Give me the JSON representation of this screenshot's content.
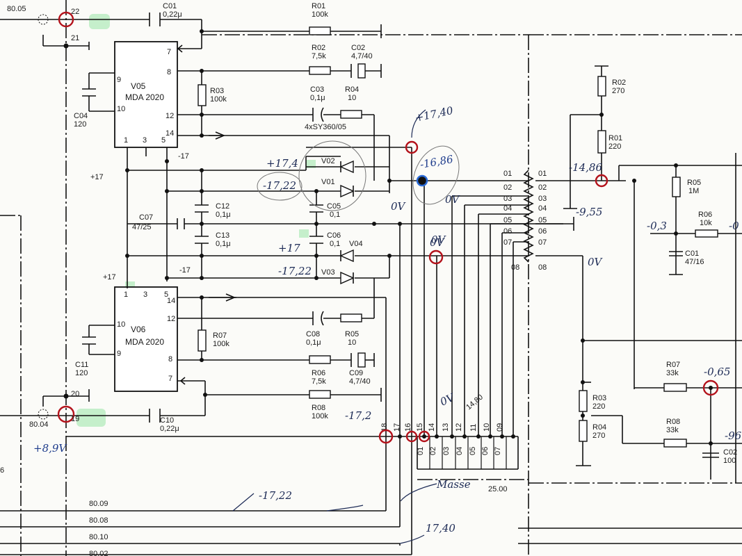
{
  "ics": [
    {
      "ref": "V05",
      "part": "MDA 2020",
      "pins": [
        "9",
        "10",
        "7",
        "8",
        "12",
        "14",
        "1",
        "3",
        "5"
      ]
    },
    {
      "ref": "V06",
      "part": "MDA 2020",
      "pins": [
        "10",
        "9",
        "8",
        "7",
        "12",
        "14",
        "1",
        "3",
        "5"
      ]
    }
  ],
  "components": {
    "C01": {
      "ref": "C01",
      "value": "0,22μ"
    },
    "R01": {
      "ref": "R01",
      "value": "100k"
    },
    "R02": {
      "ref": "R02",
      "value": "7,5k"
    },
    "C02": {
      "ref": "C02",
      "value": "4,7/40"
    },
    "R03": {
      "ref": "R03",
      "value": "100k"
    },
    "C03": {
      "ref": "C03",
      "value": "0,1μ"
    },
    "R04": {
      "ref": "R04",
      "value": "10"
    },
    "C04": {
      "ref": "C04",
      "value": "120"
    },
    "C07": {
      "ref": "C07",
      "value": "47/25"
    },
    "C12": {
      "ref": "C12",
      "value": "0,1μ"
    },
    "C13": {
      "ref": "C13",
      "value": "0,1μ"
    },
    "C05": {
      "ref": "C05",
      "value": "0,1"
    },
    "C06": {
      "ref": "C06",
      "value": "0,1"
    },
    "V01": {
      "ref": "V01"
    },
    "V02": {
      "ref": "V02"
    },
    "V03": {
      "ref": "V03"
    },
    "V04": {
      "ref": "V04"
    },
    "R07": {
      "ref": "R07",
      "value": "100k"
    },
    "C08": {
      "ref": "C08",
      "value": "0,1μ"
    },
    "R05": {
      "ref": "R05",
      "value": "10"
    },
    "R06": {
      "ref": "R06",
      "value": "7,5k"
    },
    "C09": {
      "ref": "C09",
      "value": "4,7/40"
    },
    "R08": {
      "ref": "R08",
      "value": "100k"
    },
    "C10": {
      "ref": "C10",
      "value": "0,22μ"
    },
    "C11": {
      "ref": "C11",
      "value": "120"
    },
    "diode_note": "4xSY360/05"
  },
  "right_board": {
    "R02": {
      "ref": "R02",
      "value": "270"
    },
    "R01": {
      "ref": "R01",
      "value": "220"
    },
    "R05": {
      "ref": "R05",
      "value": "1M"
    },
    "R06": {
      "ref": "R06",
      "value": "10k"
    },
    "C01": {
      "ref": "C01",
      "value": "47/16"
    },
    "R03": {
      "ref": "R03",
      "value": "220"
    },
    "R04": {
      "ref": "R04",
      "value": "270"
    },
    "R07": {
      "ref": "R07",
      "value": "33k"
    },
    "R08": {
      "ref": "R08",
      "value": "33k"
    },
    "C02": {
      "ref": "C02",
      "value": "100"
    }
  },
  "pins": {
    "p22": "22",
    "p21": "21",
    "p20": "20",
    "p19": "19",
    "conn_left": [
      "01",
      "02",
      "03",
      "04",
      "05",
      "06",
      "07",
      "08"
    ],
    "conn_right": [
      "01",
      "02",
      "03",
      "04",
      "05",
      "06",
      "07",
      "08"
    ],
    "bottom_top": [
      "18",
      "17",
      "16",
      "15",
      "14",
      "13",
      "12",
      "11",
      "10",
      "09"
    ],
    "bottom_low": [
      "01",
      "02",
      "03",
      "04",
      "05",
      "06",
      "07"
    ]
  },
  "rails": {
    "pos": "+17",
    "neg": "-17"
  },
  "nets": {
    "n8005": "80.05",
    "n8004": "80.04",
    "n8009": "80.09",
    "n8008": "80.08",
    "n8010": "80.10",
    "n8002": "80.02",
    "n2500": "25.00",
    "left_num": "6"
  },
  "annotations": {
    "v1740_top": "+17,40",
    "v174": "+17,4",
    "v1722a": "-17,22",
    "v1686": "-16,86",
    "v0v_a": "0V",
    "v0v_b": "0V",
    "v0v_c": "0V",
    "v17p": "+17",
    "v1722b": "-17,22",
    "v1486": "-14,86",
    "v955": "-9,55",
    "v03": "-0,3",
    "v0v_right": "0V",
    "v065": "-0,65",
    "v0v_bottom": "0V",
    "v1720": "-17,2",
    "v89": "+8,9V",
    "masse": "Masse",
    "v1722c": "-17,22",
    "v1740_bottom": "17,40",
    "v1480": "14,80",
    "v96": "-96",
    "v0v_small": "0V",
    "vneg_r": "-0"
  }
}
